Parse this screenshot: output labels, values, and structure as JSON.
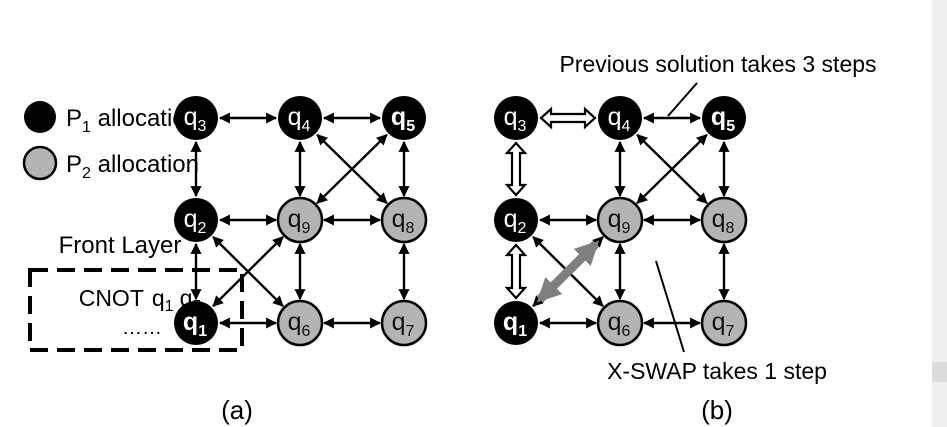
{
  "legend": {
    "p1": {
      "prefix": "P",
      "sub": "1",
      "suffix": " allocation"
    },
    "p2": {
      "prefix": "P",
      "sub": "2",
      "suffix": " allocation"
    }
  },
  "front_layer": {
    "title": "Front Layer",
    "gate": "CNOT",
    "q_a": "q",
    "q_a_sub": "1",
    "q_b": "q",
    "q_b_sub": "5",
    "dots": "……"
  },
  "nodes": [
    {
      "id": "q3",
      "label": "q",
      "sub": "3",
      "fill": "black",
      "bold": false
    },
    {
      "id": "q4",
      "label": "q",
      "sub": "4",
      "fill": "black",
      "bold": false
    },
    {
      "id": "q5",
      "label": "q",
      "sub": "5",
      "fill": "black",
      "bold": true
    },
    {
      "id": "q2",
      "label": "q",
      "sub": "2",
      "fill": "black",
      "bold": false
    },
    {
      "id": "q9",
      "label": "q",
      "sub": "9",
      "fill": "gray",
      "bold": false
    },
    {
      "id": "q8",
      "label": "q",
      "sub": "8",
      "fill": "gray",
      "bold": false
    },
    {
      "id": "q1",
      "label": "q",
      "sub": "1",
      "fill": "black",
      "bold": true
    },
    {
      "id": "q6",
      "label": "q",
      "sub": "6",
      "fill": "gray",
      "bold": false
    },
    {
      "id": "q7",
      "label": "q",
      "sub": "7",
      "fill": "gray",
      "bold": false
    }
  ],
  "annotations": {
    "previous": "Previous solution takes 3 steps",
    "xswap": "X-SWAP takes 1 step"
  },
  "captions": {
    "a": "(a)",
    "b": "(b)"
  },
  "colors": {
    "black_node": "#000000",
    "gray_node": "#b4b4b4",
    "swap_arrow": "#7f7f7f"
  }
}
